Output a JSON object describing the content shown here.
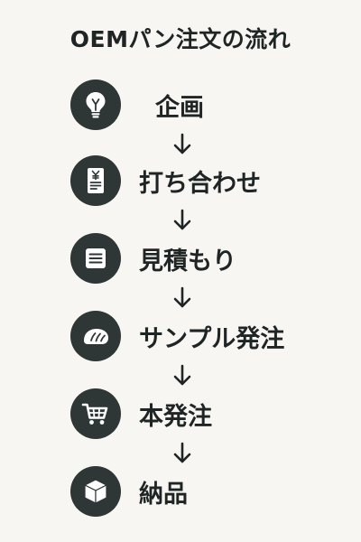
{
  "title": "OEMパン注文の流れ",
  "steps": [
    {
      "label": "企画",
      "icon": "lightbulb-icon"
    },
    {
      "label": "打ち合わせ",
      "icon": "receipt-icon"
    },
    {
      "label": "見積もり",
      "icon": "document-icon"
    },
    {
      "label": "サンプル発注",
      "icon": "bread-icon"
    },
    {
      "label": "本発注",
      "icon": "cart-icon"
    },
    {
      "label": "納品",
      "icon": "box-icon"
    }
  ],
  "colors": {
    "background": "#f7f6f2",
    "icon_circle": "#2e3636",
    "icon_fg": "#ffffff",
    "text": "#1f2424"
  }
}
